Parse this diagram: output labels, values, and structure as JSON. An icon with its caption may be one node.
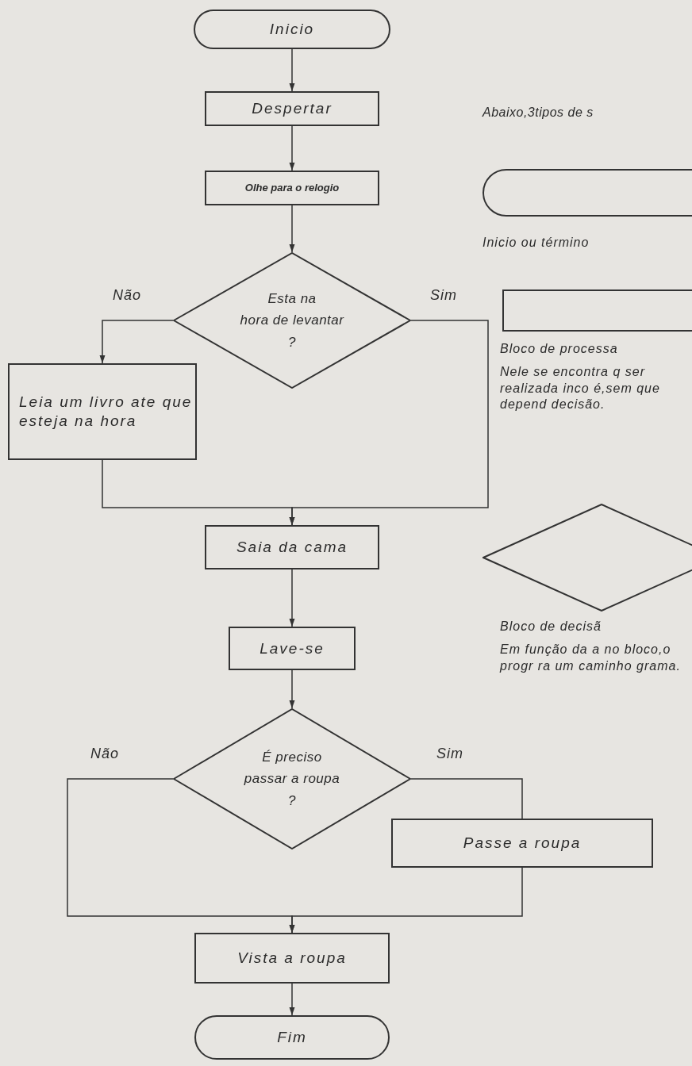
{
  "diagram": {
    "nodes": [
      {
        "text": [
          "Inicio"
        ]
      },
      {
        "text": [
          "Despertar"
        ]
      },
      {
        "text": [
          "Olhe para o relogio"
        ]
      },
      {
        "text": [
          "Esta na",
          "hora de levantar",
          "?"
        ]
      },
      {
        "text": [
          "Leia um livro ate que esteja na hora"
        ]
      },
      {
        "text": [
          "Saia da cama"
        ]
      },
      {
        "text": [
          "Lave-se"
        ]
      },
      {
        "text": [
          "É preciso",
          "passar a roupa",
          "?"
        ]
      },
      {
        "text": [
          "Passe a roupa"
        ]
      },
      {
        "text": [
          "Vista a roupa"
        ]
      },
      {
        "text": [
          "Fim"
        ]
      },
      {
        "text": [],
        "shape": "capsule",
        "beside": [
          "Inicio ou término"
        ]
      },
      {
        "text": [],
        "shape": "box",
        "beside": [
          "Bloco de processa",
          "Nele se encontra q ser realizada inco é,sem que depend decisão."
        ]
      },
      {
        "text": [],
        "shape": "diamond",
        "beside": [
          "Bloco de decisã",
          "Em função da a no bloco,o progr ra um caminho grama."
        ]
      }
    ],
    "edges": [
      {
        "from": 0,
        "to": 1,
        "arrow": "to"
      },
      {
        "from": 1,
        "to": 2,
        "arrow": "to"
      },
      {
        "from": 2,
        "to": 3,
        "arrow": "to"
      },
      {
        "from": 3,
        "to": 4,
        "arrow": "to",
        "label": "Não"
      },
      {
        "from": 3,
        "to": 5,
        "arrow": "to",
        "label": "Sim"
      },
      {
        "from": 4,
        "to": 5,
        "arrow": "to"
      },
      {
        "from": 5,
        "to": 6,
        "arrow": "to"
      },
      {
        "from": 6,
        "to": 7,
        "arrow": "to"
      },
      {
        "from": 7,
        "to": 9,
        "arrow": "to",
        "label": "Não"
      },
      {
        "from": 7,
        "to": 8,
        "arrow": "none",
        "label": "Sim"
      },
      {
        "from": 8,
        "to": 9,
        "arrow": "to"
      },
      {
        "from": 9,
        "to": 10,
        "arrow": "to"
      }
    ],
    "labels": [
      "Abaixo,3tipos de s"
    ]
  }
}
